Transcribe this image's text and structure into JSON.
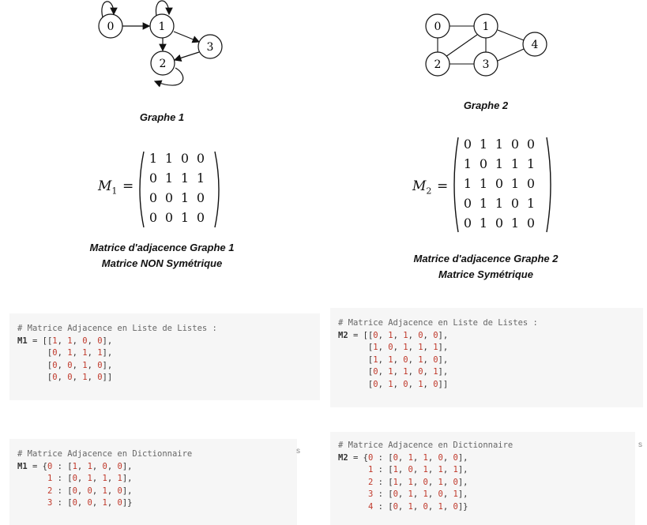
{
  "graph1": {
    "caption": "Graphe 1",
    "nodes": [
      "0",
      "1",
      "2",
      "3"
    ]
  },
  "graph2": {
    "caption": "Graphe 2",
    "nodes": [
      "0",
      "1",
      "2",
      "3",
      "4"
    ]
  },
  "matrix1": {
    "label": "M",
    "sub": "1",
    "rows": [
      [
        "1",
        "1",
        "0",
        "0"
      ],
      [
        "0",
        "1",
        "1",
        "1"
      ],
      [
        "0",
        "0",
        "1",
        "0"
      ],
      [
        "0",
        "0",
        "1",
        "0"
      ]
    ],
    "caption_line1": "Matrice d'adjacence Graphe 1",
    "caption_line2": "Matrice NON Symétrique"
  },
  "matrix2": {
    "label": "M",
    "sub": "2",
    "rows": [
      [
        "0",
        "1",
        "1",
        "0",
        "0"
      ],
      [
        "1",
        "0",
        "1",
        "1",
        "1"
      ],
      [
        "1",
        "1",
        "0",
        "1",
        "0"
      ],
      [
        "0",
        "1",
        "1",
        "0",
        "1"
      ],
      [
        "0",
        "1",
        "0",
        "1",
        "0"
      ]
    ],
    "caption_line1": "Matrice d'adjacence Graphe 2",
    "caption_line2": "Matrice Symétrique"
  },
  "code_list1": {
    "comment": "# Matrice Adjacence en Liste de Listes :",
    "var": "M1",
    "rows": [
      "1, 1, 0, 0",
      "0, 1, 1, 1",
      "0, 0, 1, 0",
      "0, 0, 1, 0"
    ]
  },
  "code_list2": {
    "comment": "# Matrice Adjacence en Liste de Listes :",
    "var": "M2",
    "rows": [
      "0, 1, 1, 0, 0",
      "1, 0, 1, 1, 1",
      "1, 1, 0, 1, 0",
      "0, 1, 1, 0, 1",
      "0, 1, 0, 1, 0"
    ]
  },
  "code_dict1": {
    "comment": "# Matrice Adjacence en Dictionnaire",
    "var": "M1",
    "keys": [
      "0",
      "1",
      "2",
      "3"
    ],
    "rows": [
      "1, 1, 0, 0",
      "0, 1, 1, 1",
      "0, 0, 1, 0",
      "0, 0, 1, 0"
    ]
  },
  "code_dict2": {
    "comment": "# Matrice Adjacence en Dictionnaire",
    "var": "M2",
    "keys": [
      "0",
      "1",
      "2",
      "3",
      "4"
    ],
    "rows": [
      "0, 1, 1, 0, 0",
      "1, 0, 1, 1, 1",
      "1, 1, 0, 1, 0",
      "0, 1, 1, 0, 1",
      "0, 1, 0, 1, 0"
    ]
  },
  "stray_marks": [
    "s",
    "s"
  ]
}
